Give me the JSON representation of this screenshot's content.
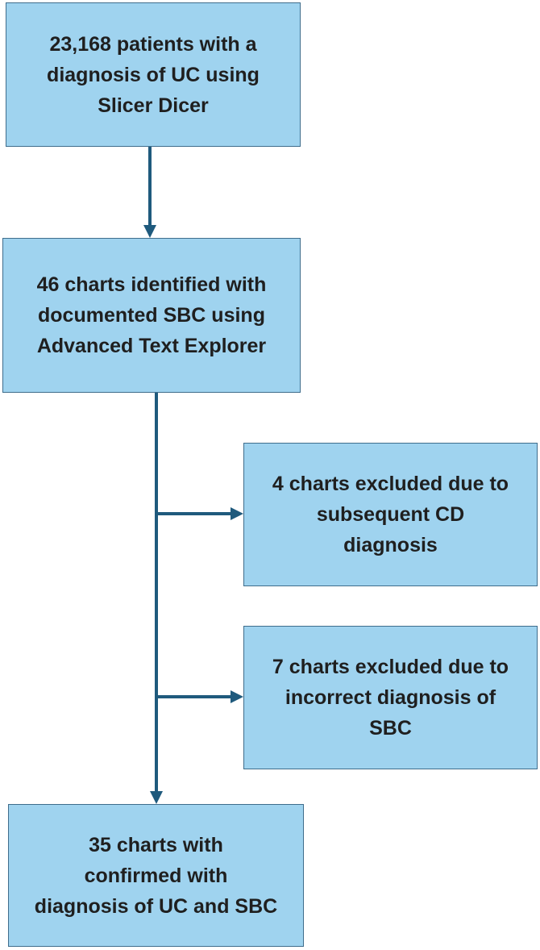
{
  "flowchart": {
    "colors": {
      "box_fill": "#9fd3ef",
      "box_border": "#3f6d8c",
      "arrow": "#1f5a7d",
      "text": "#1f1f1f"
    },
    "boxes": [
      {
        "id": "identified",
        "lines": [
          "23,168 patients with a",
          "diagnosis of UC using",
          "Slicer Dicer"
        ]
      },
      {
        "id": "charts-identified",
        "lines": [
          "46 charts identified with",
          "documented SBC using",
          "Advanced Text Explorer"
        ]
      },
      {
        "id": "excluded-cd",
        "lines": [
          "4 charts excluded due to",
          "subsequent CD",
          "diagnosis"
        ]
      },
      {
        "id": "excluded-incorrect",
        "lines": [
          "7 charts excluded due to",
          "incorrect diagnosis of",
          "SBC"
        ]
      },
      {
        "id": "confirmed",
        "lines": [
          "35 charts with",
          "confirmed with",
          "diagnosis of UC and SBC"
        ]
      }
    ]
  }
}
